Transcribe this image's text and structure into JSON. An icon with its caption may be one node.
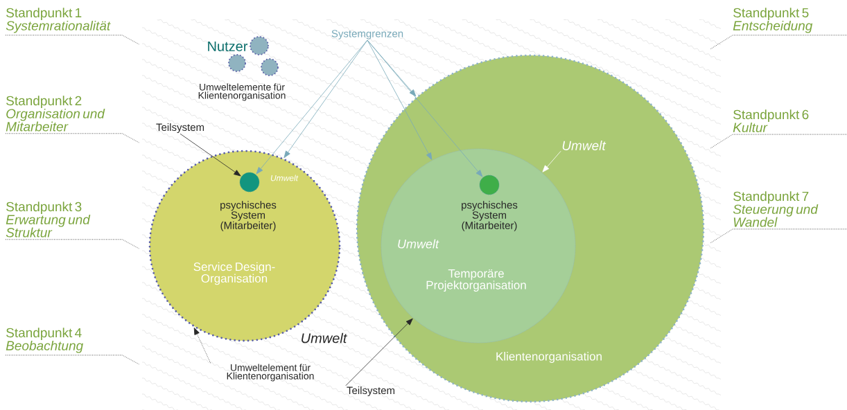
{
  "diagram": {
    "nodes": [
      {
        "text": [
          "Standpunkt 1",
          "Systemrationalität"
        ]
      },
      {
        "text": [
          "Standpunkt 2",
          "Organisation und Mitarbeiter"
        ]
      },
      {
        "text": [
          "Standpunkt 3",
          "Erwartung und Struktur"
        ]
      },
      {
        "text": [
          "Standpunkt 4",
          "Beobachtung"
        ]
      },
      {
        "text": [
          "Standpunkt 5",
          "Entscheidung"
        ]
      },
      {
        "text": [
          "Standpunkt 6",
          "Kultur"
        ]
      },
      {
        "text": [
          "Standpunkt 7",
          "Steuerung und Wandel"
        ]
      },
      {
        "text": [
          "Systemgrenzen"
        ]
      },
      {
        "text": [],
        "shape": "circle"
      },
      {
        "text": [],
        "shape": "circle"
      },
      {
        "text": [],
        "shape": "circle"
      },
      {
        "text": [
          "Teilsystem"
        ]
      },
      {
        "text": [
          "Umwelt",
          "Service Design-Organisation"
        ]
      },
      {
        "text": [],
        "shape": "circle",
        "in": 12,
        "beside": [
          "psychisches System (Mitarbeiter)"
        ]
      },
      {
        "text": [
          "Klientenorganisation"
        ]
      },
      {
        "text": [
          "Umwelt"
        ],
        "in": 14
      },
      {
        "text": [
          "Umwelt",
          "Temporäre Projektorganisation"
        ],
        "in": 14
      },
      {
        "text": [],
        "shape": "circle",
        "in": 16,
        "beside": [
          "psychisches System (Mitarbeiter)"
        ]
      },
      {
        "text": [
          "Umweltelement für Klientenorganisation"
        ]
      },
      {
        "text": [
          "Teilsystem"
        ]
      }
    ],
    "edges": [
      {
        "from": 0,
        "to": null,
        "arrow": "none",
        "style": "dashed"
      },
      {
        "from": 1,
        "to": null,
        "arrow": "none",
        "style": "dashed"
      },
      {
        "from": 2,
        "to": null,
        "arrow": "none",
        "style": "dashed"
      },
      {
        "from": 3,
        "to": null,
        "arrow": "none",
        "style": "dashed"
      },
      {
        "from": 4,
        "to": null,
        "arrow": "none",
        "style": "dashed"
      },
      {
        "from": 5,
        "to": null,
        "arrow": "none",
        "style": "dashed"
      },
      {
        "from": 6,
        "to": null,
        "arrow": "none",
        "style": "dashed"
      },
      {
        "from": 7,
        "to": 12,
        "arrow": "to",
        "color": "#78a9b9"
      },
      {
        "from": 7,
        "to": 13,
        "arrow": "to",
        "color": "#78a9b9"
      },
      {
        "from": 7,
        "to": 14,
        "arrow": "to",
        "color": "#78a9b9"
      },
      {
        "from": 7,
        "to": 16,
        "arrow": "to",
        "color": "#78a9b9"
      },
      {
        "from": 7,
        "to": 17,
        "arrow": "to",
        "color": "#78a9b9"
      },
      {
        "from": 11,
        "to": 13,
        "arrow": "to"
      },
      {
        "from": 15,
        "to": 16,
        "arrow": "to",
        "color": "#ffffff"
      },
      {
        "from": 18,
        "to": 12,
        "arrow": "to",
        "style": "dashed"
      },
      {
        "from": 19,
        "to": 16,
        "arrow": "to"
      }
    ],
    "labels": [
      "Nutzer",
      "Umweltelemente für Klientenorganisation",
      "Umwelt"
    ]
  }
}
